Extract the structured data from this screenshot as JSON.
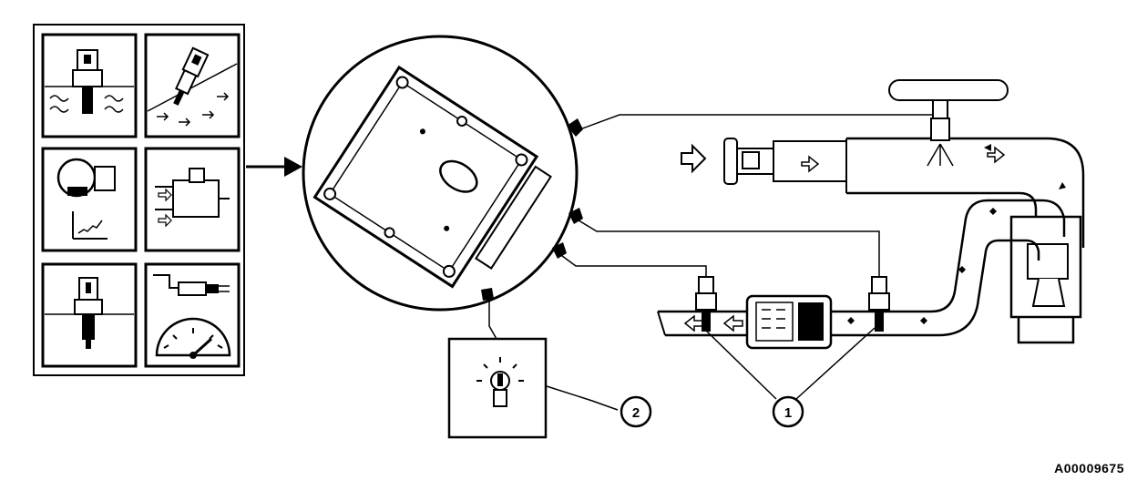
{
  "callouts": [
    {
      "id": "callout-1",
      "label": "1"
    },
    {
      "id": "callout-2",
      "label": "2"
    }
  ],
  "figure_id": "A00009675",
  "colors": {
    "line": "#000000",
    "background": "#ffffff",
    "shade": "#d8d8d8"
  },
  "icons": [
    "coolant-temperature-sensor-icon",
    "oxygen-sensor-icon",
    "throttle-position-sensor-icon",
    "mass-airflow-sensor-icon",
    "oil-pressure-sensor-icon",
    "vehicle-speed-sensor-icon",
    "warning-lamp-icon",
    "catalytic-converter-icon",
    "fuel-injector-icon"
  ]
}
